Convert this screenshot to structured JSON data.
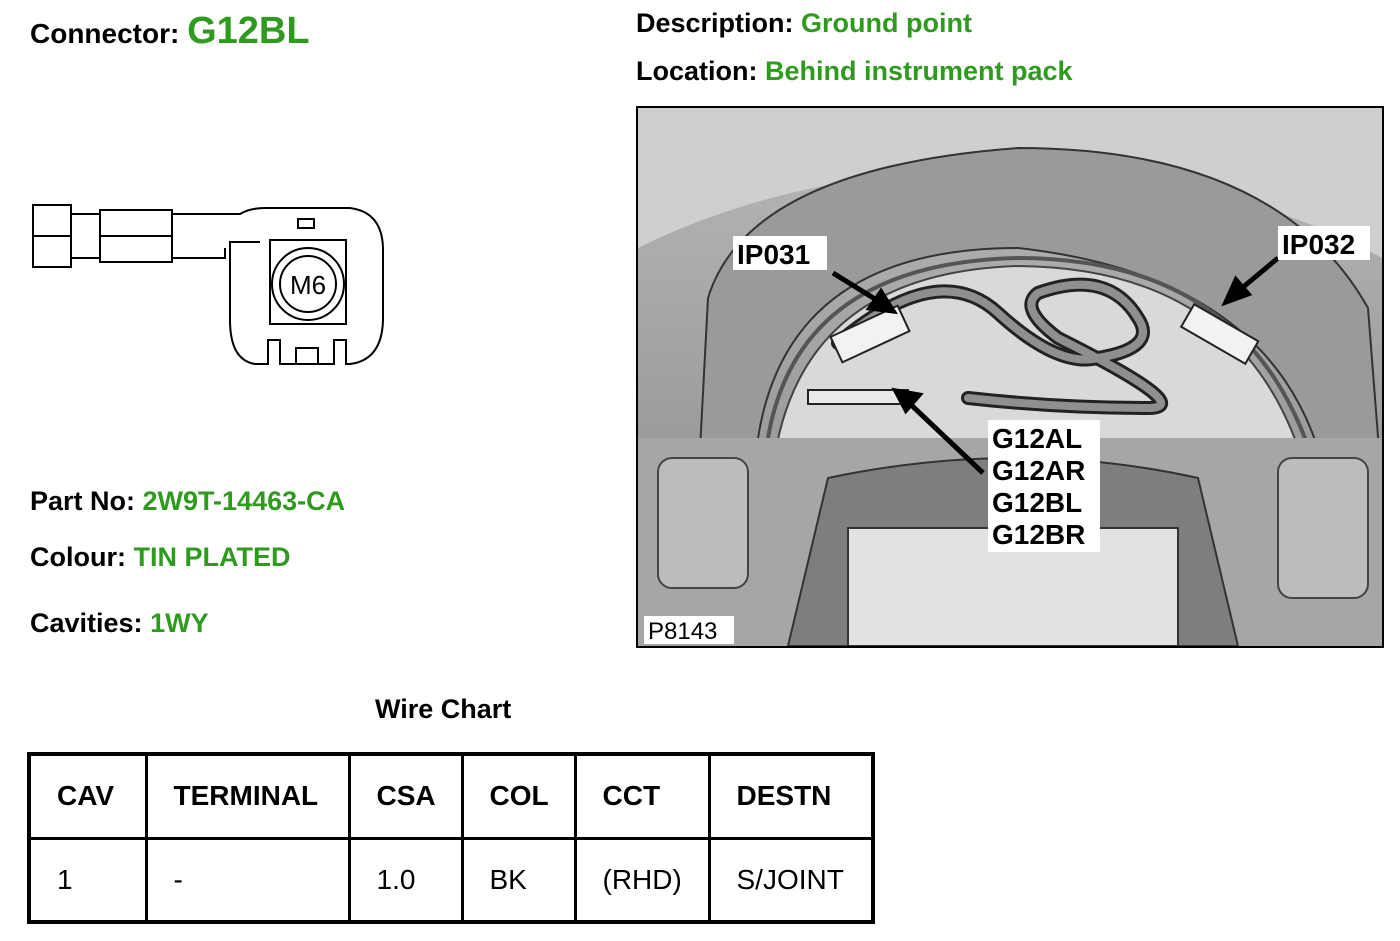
{
  "connector": {
    "label": "Connector:",
    "value": "G12BL"
  },
  "description": {
    "label": "Description:",
    "value": "Ground point"
  },
  "location": {
    "label": "Location:",
    "value": "Behind instrument pack"
  },
  "part_no": {
    "label": "Part No:",
    "value": "2W9T-14463-CA"
  },
  "colour": {
    "label": "Colour:",
    "value": "TIN PLATED"
  },
  "cavities": {
    "label": "Cavities:",
    "value": "1WY"
  },
  "drawing": {
    "stud_label": "M6"
  },
  "photo": {
    "callouts": [
      "IP031",
      "IP032",
      "G12AL",
      "G12AR",
      "G12BL",
      "G12BR"
    ],
    "ref": "P8143"
  },
  "wire_chart": {
    "title": "Wire Chart",
    "headers": [
      "CAV",
      "TERMINAL",
      "CSA",
      "COL",
      "CCT",
      "DESTN"
    ],
    "rows": [
      [
        "1",
        "-",
        "1.0",
        "BK",
        "(RHD)",
        "S/JOINT"
      ]
    ]
  }
}
